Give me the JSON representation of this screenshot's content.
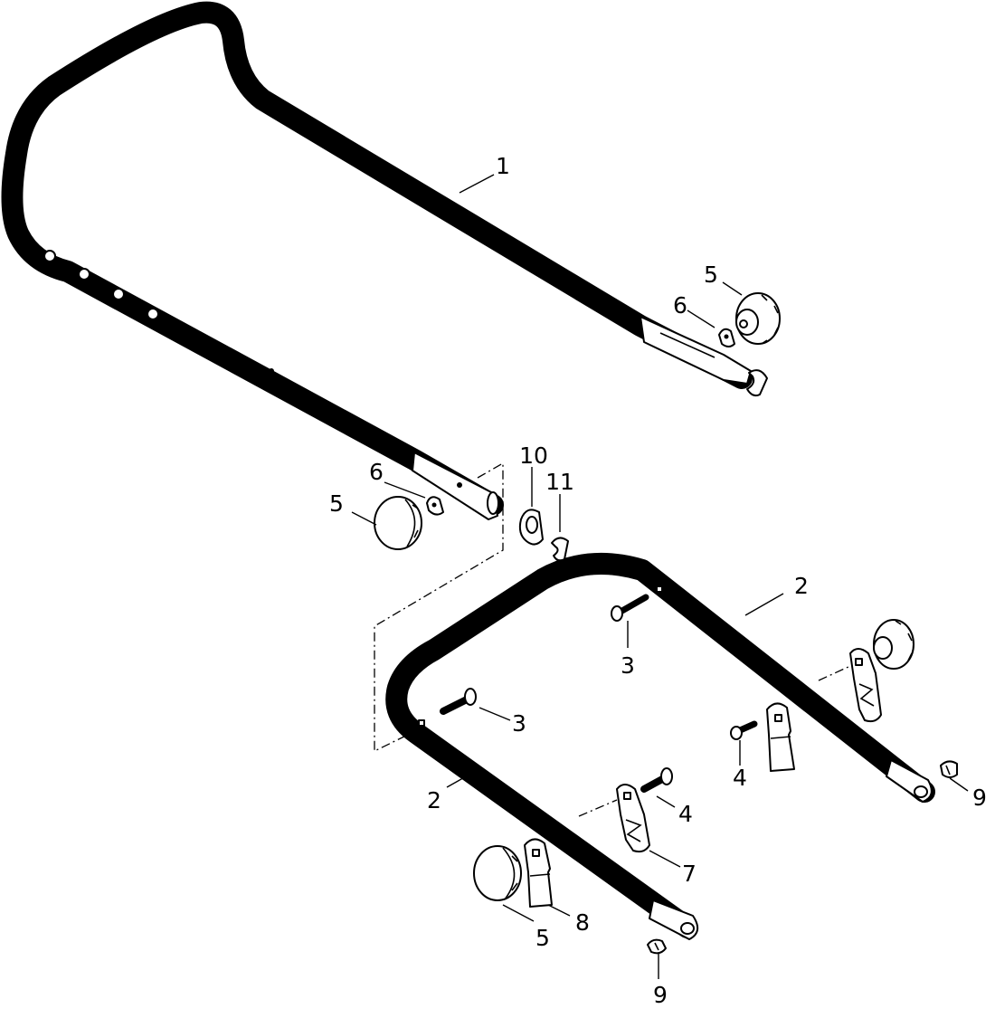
{
  "callouts": {
    "c1": "1",
    "c2a": "2",
    "c2b": "2",
    "c3a": "3",
    "c3b": "3",
    "c4a": "4",
    "c4b": "4",
    "c5a": "5",
    "c5b": "5",
    "c5c": "5",
    "c6a": "6",
    "c6b": "6",
    "c7": "7",
    "c8": "8",
    "c9a": "9",
    "c9b": "9",
    "c10": "10",
    "c11": "11"
  },
  "colors": {
    "line": "#000000",
    "background": "#ffffff"
  }
}
